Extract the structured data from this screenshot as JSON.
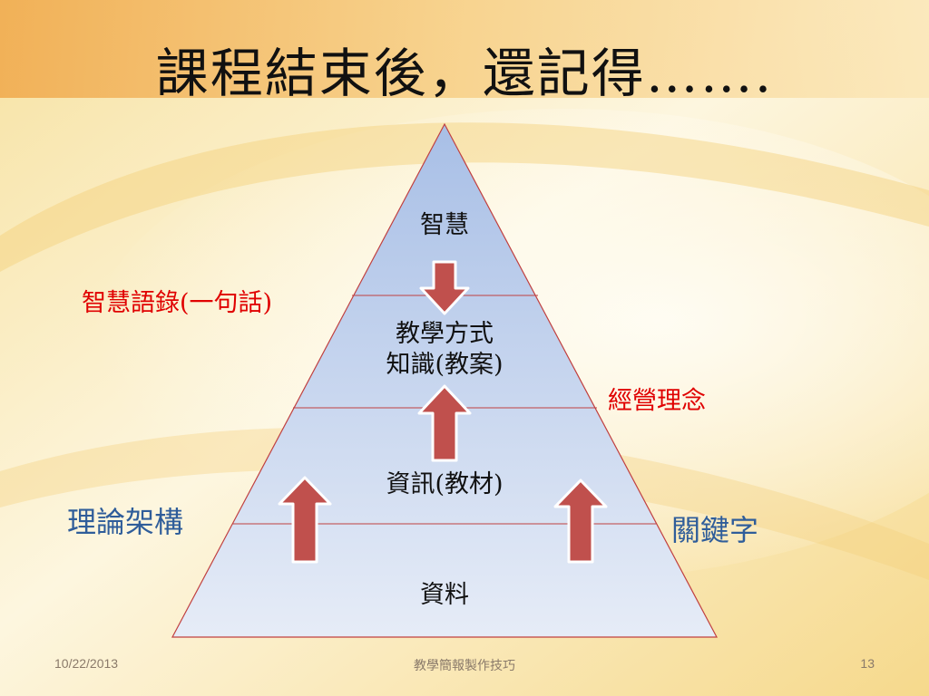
{
  "title": "課程結束後，還記得…….",
  "pyramid": {
    "levels": [
      {
        "lines": [
          "智慧"
        ]
      },
      {
        "lines": [
          "教學方式",
          "知識(教案)"
        ]
      },
      {
        "lines": [
          "資訊(教材)"
        ]
      },
      {
        "lines": [
          "資料"
        ]
      }
    ]
  },
  "side_labels": {
    "wisdom_quotes": "智慧語錄(一句話)",
    "management_concept": "經營理念",
    "theory_framework": "理論架構",
    "keywords": "關鍵字"
  },
  "footer": {
    "date": "10/22/2013",
    "center": "教學簡報製作技巧",
    "page": "13"
  },
  "colors": {
    "pyramid_top": "#a8bfe6",
    "pyramid_bottom": "#e6ecf7",
    "pyramid_outline": "#c04040",
    "arrow_fill": "#c0504d",
    "red_label": "#e00000",
    "blue_label": "#2f5d9a"
  }
}
